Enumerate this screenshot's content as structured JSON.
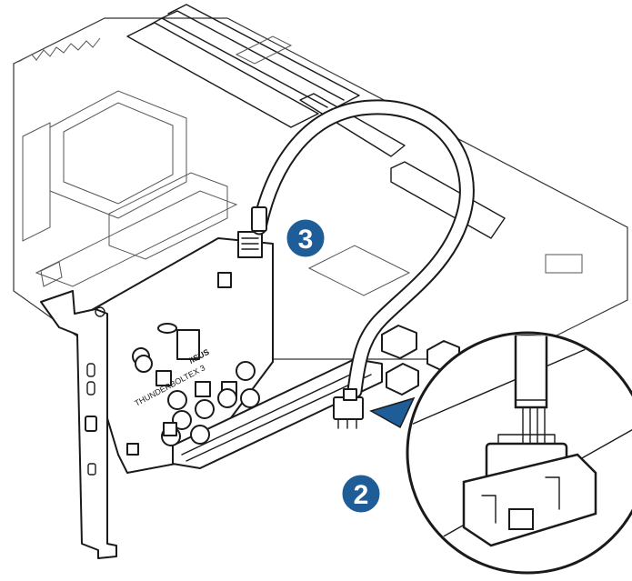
{
  "figure": {
    "steps": [
      {
        "number": "3",
        "target": "header-on-card"
      },
      {
        "number": "2",
        "target": "header-on-motherboard"
      }
    ],
    "card": {
      "brand": "/ISUS",
      "model": "THUNDERBOLTEX 3"
    },
    "colors": {
      "step_badge": "#1f5d99",
      "line": "#1a1a1a",
      "background": "#ffffff"
    }
  }
}
